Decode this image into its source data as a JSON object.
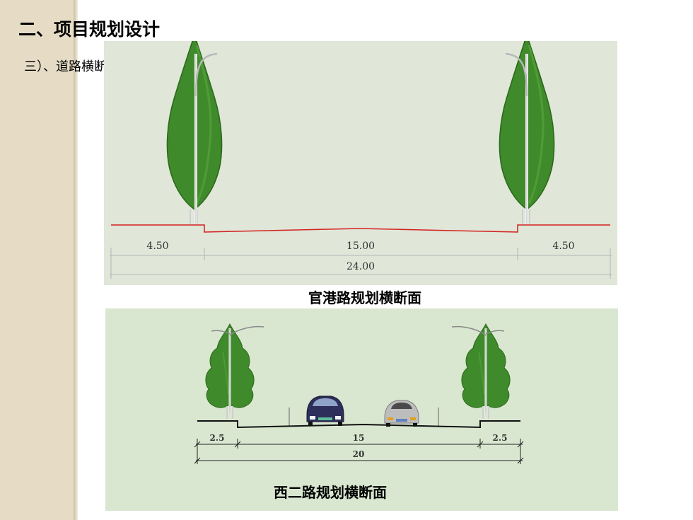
{
  "page": {
    "title": "二、项目规划设计",
    "section": "三）、道路横断面"
  },
  "section1": {
    "caption": "官港路规划横断面",
    "dims": {
      "left": "4.50",
      "middle": "15.00",
      "right": "4.50",
      "total": "24.00"
    }
  },
  "section2": {
    "caption": "西二路规划横断面",
    "dims": {
      "left": "2.5",
      "middle": "15",
      "right": "2.5",
      "total": "20"
    }
  },
  "colors": {
    "panel_bg": "#e0e6d8",
    "panel2_bg": "#d9e7d0",
    "road_line_1": "#d42020",
    "tree_green": "#3f8a2a",
    "sidebar": "#e6dcc6"
  }
}
